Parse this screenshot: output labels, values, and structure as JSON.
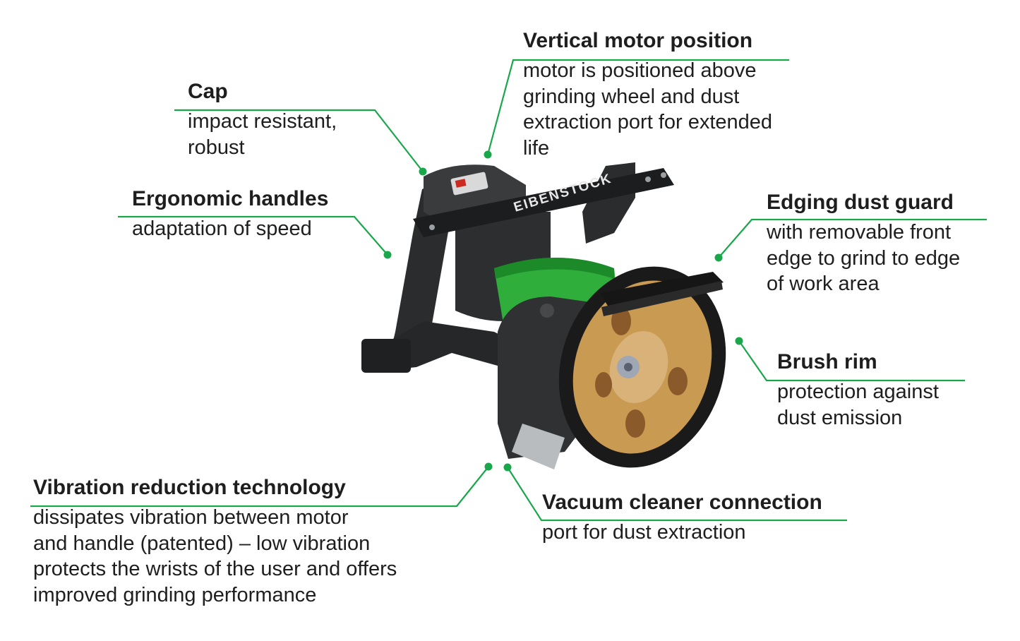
{
  "colors": {
    "accent_green": "#1aa74b",
    "tool_dark": "#2e2f30",
    "tool_green": "#2fae3b",
    "wheel_gold": "#c99a52"
  },
  "product": {
    "brand": "EIBENSTOCK"
  },
  "callouts": [
    {
      "id": "cap",
      "title": "Cap",
      "lines": [
        "impact resistant,",
        "robust"
      ]
    },
    {
      "id": "motor",
      "title": "Vertical motor position",
      "lines": [
        "motor is positioned above",
        "grinding wheel and dust",
        "extraction port for extended",
        "life"
      ]
    },
    {
      "id": "handles",
      "title": "Ergonomic handles",
      "lines": [
        "adaptation of speed"
      ]
    },
    {
      "id": "guard",
      "title": "Edging dust guard",
      "lines": [
        "with removable front",
        "edge to grind to edge",
        "of work area"
      ]
    },
    {
      "id": "brush",
      "title": "Brush rim",
      "lines": [
        "protection against",
        "dust emission"
      ]
    },
    {
      "id": "vibration",
      "title": "Vibration reduction technology",
      "lines": [
        "dissipates vibration between motor",
        "and handle (patented) – low vibration",
        "protects the wrists of the user and offers",
        "improved grinding performance"
      ]
    },
    {
      "id": "vacuum",
      "title": "Vacuum cleaner connection",
      "lines": [
        "port for dust extraction"
      ]
    }
  ]
}
